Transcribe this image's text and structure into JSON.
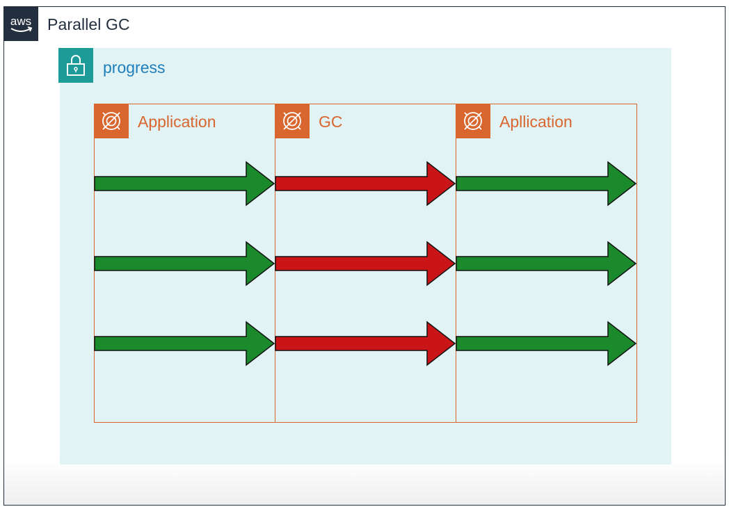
{
  "title": "Parallel GC",
  "aws_logo_text": "aws",
  "group": {
    "label": "progress",
    "icon": "lock-icon"
  },
  "phases": [
    {
      "label": "Application",
      "icon": "shield-icon",
      "kind": "application"
    },
    {
      "label": "GC",
      "icon": "shield-icon",
      "kind": "gc"
    },
    {
      "label": "Apllication",
      "icon": "shield-icon",
      "kind": "application"
    }
  ],
  "threads_per_phase": 3,
  "colors": {
    "application_arrow": "#1a8a2c",
    "gc_arrow": "#c91517",
    "arrow_outline": "#111111",
    "aws_badge": "#232f3e",
    "group_fill": "#e1f3f5",
    "group_badge": "#1d9b99",
    "group_label": "#1f7fba",
    "phase_accent": "#d8662e"
  }
}
